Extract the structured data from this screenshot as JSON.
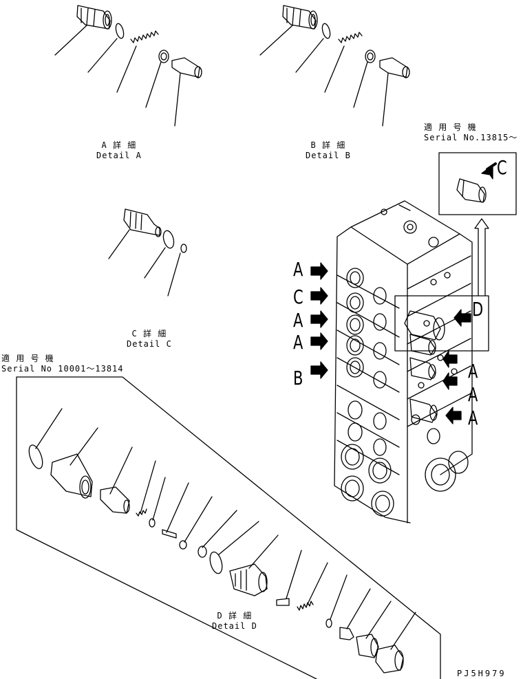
{
  "details": {
    "a": {
      "jp": "A 詳 細",
      "en": "Detail A"
    },
    "b": {
      "jp": "B 詳 細",
      "en": "Detail B"
    },
    "c": {
      "jp": "C 詳 細",
      "en": "Detail C"
    },
    "d": {
      "jp": "D 詳 細",
      "en": "Detail D"
    }
  },
  "applicability": {
    "upper": {
      "jp": "適 用 号 機",
      "serial": "Serial No.13815～"
    },
    "lower": {
      "jp": "適 用 号 機",
      "serial": "Serial No 10001～13814"
    }
  },
  "callouts": {
    "left": [
      "A",
      "C",
      "A",
      "A",
      "B"
    ],
    "right": [
      "D",
      "A",
      "A",
      "A"
    ],
    "inset": "C"
  },
  "drawing_code": "PJ5H979"
}
